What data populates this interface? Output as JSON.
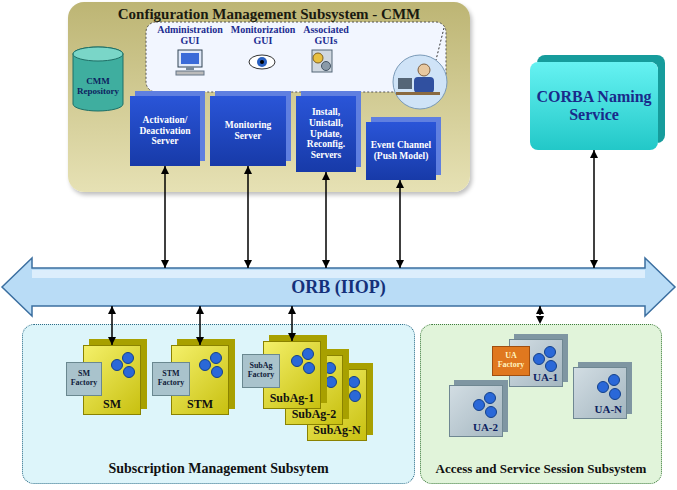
{
  "diagram": {
    "nodes": [
      {
        "text": [
          "Configuration Management Subsystem - CMM"
        ]
      },
      {
        "text": [
          "CMM Repository"
        ],
        "in": 0
      },
      {
        "text": [
          "Activation/ Deactivation Server"
        ],
        "in": 0
      },
      {
        "text": [
          "Monitoring Server"
        ],
        "in": 0
      },
      {
        "text": [
          "Install, Unistall, Update, Reconfig. Servers"
        ],
        "in": 0
      },
      {
        "text": [
          "Event Channel (Push Model)"
        ],
        "in": 0
      },
      {
        "text": [
          "CORBA Naming Service"
        ]
      },
      {
        "text": [
          "ORB (IIOP)"
        ]
      },
      {
        "text": [
          "Subscription Management Subsytem"
        ]
      },
      {
        "text": [
          "SM"
        ],
        "in": 8
      },
      {
        "text": [
          "SM Factory"
        ],
        "in": 9
      },
      {
        "text": [
          "STM"
        ],
        "in": 8
      },
      {
        "text": [
          "STM Factory"
        ],
        "in": 11
      },
      {
        "text": [
          "SubAg-1"
        ],
        "in": 8
      },
      {
        "text": [
          "SubAg Factory"
        ],
        "in": 13
      },
      {
        "text": [
          "SubAg-2"
        ],
        "in": 8
      },
      {
        "text": [
          "SubAg-N"
        ],
        "in": 8
      },
      {
        "text": [
          "Access and Service Session Subsystem"
        ]
      },
      {
        "text": [
          "UA-1"
        ],
        "in": 17
      },
      {
        "text": [
          "UA Factory"
        ],
        "in": 18
      },
      {
        "text": [
          "UA-2"
        ],
        "in": 17
      },
      {
        "text": [
          "UA-N"
        ],
        "in": 17
      }
    ],
    "edges": [
      {
        "from": 2,
        "to": 7,
        "arrow": "both"
      },
      {
        "from": 3,
        "to": 7,
        "arrow": "both"
      },
      {
        "from": 4,
        "to": 7,
        "arrow": "both"
      },
      {
        "from": 5,
        "to": 7,
        "arrow": "both"
      },
      {
        "from": 6,
        "to": 7,
        "arrow": "both"
      },
      {
        "from": 7,
        "to": 9,
        "arrow": "both"
      },
      {
        "from": 7,
        "to": 11,
        "arrow": "both"
      },
      {
        "from": 7,
        "to": 13,
        "arrow": "both"
      },
      {
        "from": 7,
        "to": 17,
        "arrow": "both"
      }
    ],
    "labels": [
      "Administration GUI",
      "Monitorization GUI",
      "Associated GUIs"
    ]
  }
}
